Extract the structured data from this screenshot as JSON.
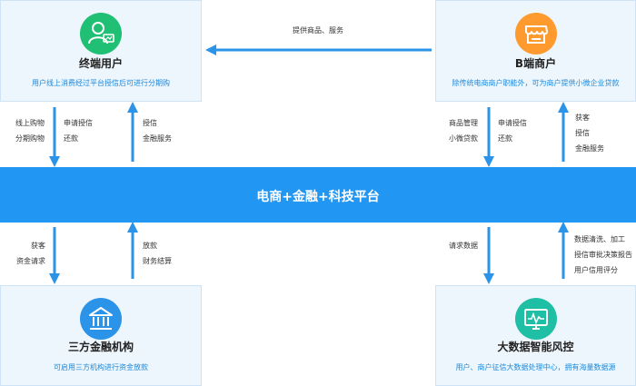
{
  "top_flow_label": "提供商品、服务",
  "platform": {
    "title": "电商+金融+科技平台"
  },
  "boxes": {
    "user": {
      "name": "终端用户",
      "desc": "用户线上消费经过平台授信后可进行分期购",
      "icon": "user-card-icon",
      "color": "#1fbf74"
    },
    "merch": {
      "name": "B端商户",
      "desc": "除传统电商商户职能外，可为商户提供小微企业贷款",
      "icon": "shop-icon",
      "color": "#ff9a2e"
    },
    "bank": {
      "name": "三方金融机构",
      "desc": "可启用三方机构进行资金放款",
      "icon": "bank-icon",
      "color": "#2b93e8"
    },
    "risk": {
      "name": "大数据智能风控",
      "desc": "用户、商户征信大数据处理中心，拥有海量数据源",
      "icon": "monitor-icon",
      "color": "#1fbfa5"
    }
  },
  "labels": {
    "user_down_a": [
      "线上购物",
      "分期购物"
    ],
    "user_down_b": [
      "申请授信",
      "还款"
    ],
    "user_up": [
      "授信",
      "金融服务"
    ],
    "merch_down_a": [
      "商品管理",
      "小微贷款"
    ],
    "merch_down_b": [
      "申请授信",
      "还款"
    ],
    "merch_up": [
      "获客",
      "授信",
      "金融服务"
    ],
    "bank_down": [
      "获客",
      "资金请求"
    ],
    "bank_up": [
      "放款",
      "财务结算"
    ],
    "risk_down": [
      "请求数据"
    ],
    "risk_up": [
      "数据清洗、加工",
      "授信审批决策报告",
      "用户信用评分"
    ]
  }
}
